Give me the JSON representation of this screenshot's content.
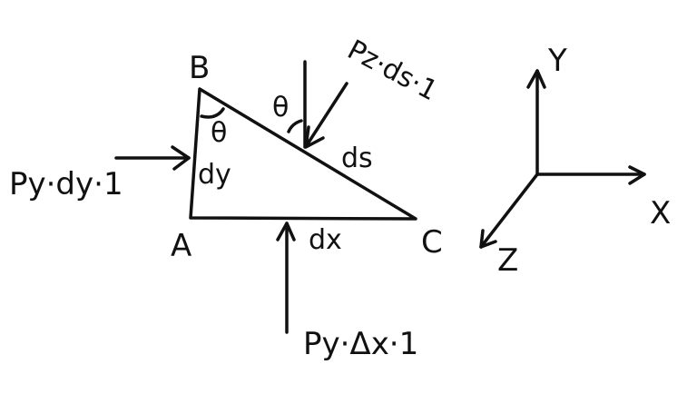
{
  "diagram": {
    "type": "free-body stress element",
    "stroke_color": "#111111",
    "background": "#ffffff",
    "triangle": {
      "vertices": {
        "A": "A",
        "B": "B",
        "C": "C"
      },
      "sides": {
        "vertical": "dy",
        "horizontal": "dx",
        "hypotenuse": "ds"
      },
      "angles": {
        "at_B": "θ",
        "at_hypotenuse_force": "θ"
      }
    },
    "forces": {
      "left_face": "Py·dy·1",
      "bottom_face": "Py·Δx·1",
      "hypotenuse_face": "Pz·ds·1"
    },
    "axes": {
      "x": "X",
      "y": "Y",
      "z": "Z"
    }
  }
}
